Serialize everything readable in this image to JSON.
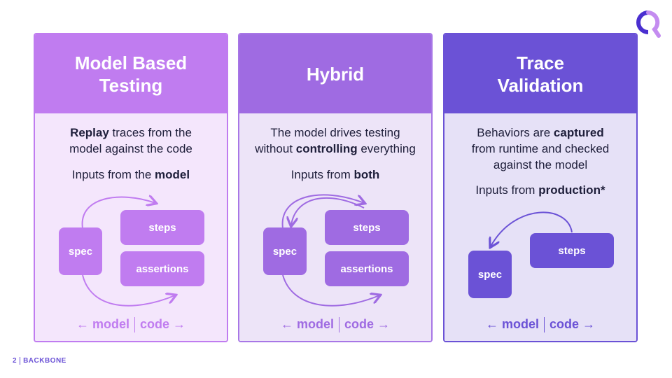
{
  "colors": {
    "card1_header": "#c07cf0",
    "card1_border": "#c07cf0",
    "card1_body": "#f4e6fc",
    "card2_header": "#9f6be2",
    "card2_border": "#a877e6",
    "card2_body": "#ede4f8",
    "card3_header": "#6b52d6",
    "card3_border": "#6b52d6",
    "card3_body": "#e6e1f7"
  },
  "cards": [
    {
      "title_line1": "Model Based",
      "title_line2": "Testing",
      "desc_line1_bold": "Replay",
      "desc_line1_rest": " traces from the",
      "desc_line2": "model against the code",
      "inputs_prefix": "Inputs from the ",
      "inputs_bold": "model",
      "node_spec": "spec",
      "node_steps": "steps",
      "node_assertions": "assertions",
      "footer_left": "← model",
      "footer_right": "code →"
    },
    {
      "title_line1": "Hybrid",
      "desc_line1": "The model drives testing",
      "desc_line2_prefix": "without ",
      "desc_line2_bold": "controlling",
      "desc_line2_rest": " everything",
      "inputs_prefix": "Inputs from ",
      "inputs_bold": "both",
      "node_spec": "spec",
      "node_steps": "steps",
      "node_assertions": "assertions",
      "footer_left": "← model",
      "footer_right": "code →"
    },
    {
      "title_line1": "Trace",
      "title_line2": "Validation",
      "desc_line1_prefix": "Behaviors are ",
      "desc_line1_bold": "captured",
      "desc_line2": "from runtime and checked",
      "desc_line3": "against the model",
      "inputs_prefix": "Inputs from ",
      "inputs_bold": "production*",
      "node_spec": "spec",
      "node_steps": "steps",
      "footer_left": "← model",
      "footer_right": "code →"
    }
  ],
  "footer": {
    "page_number": "2",
    "label": "BACKBONE"
  }
}
